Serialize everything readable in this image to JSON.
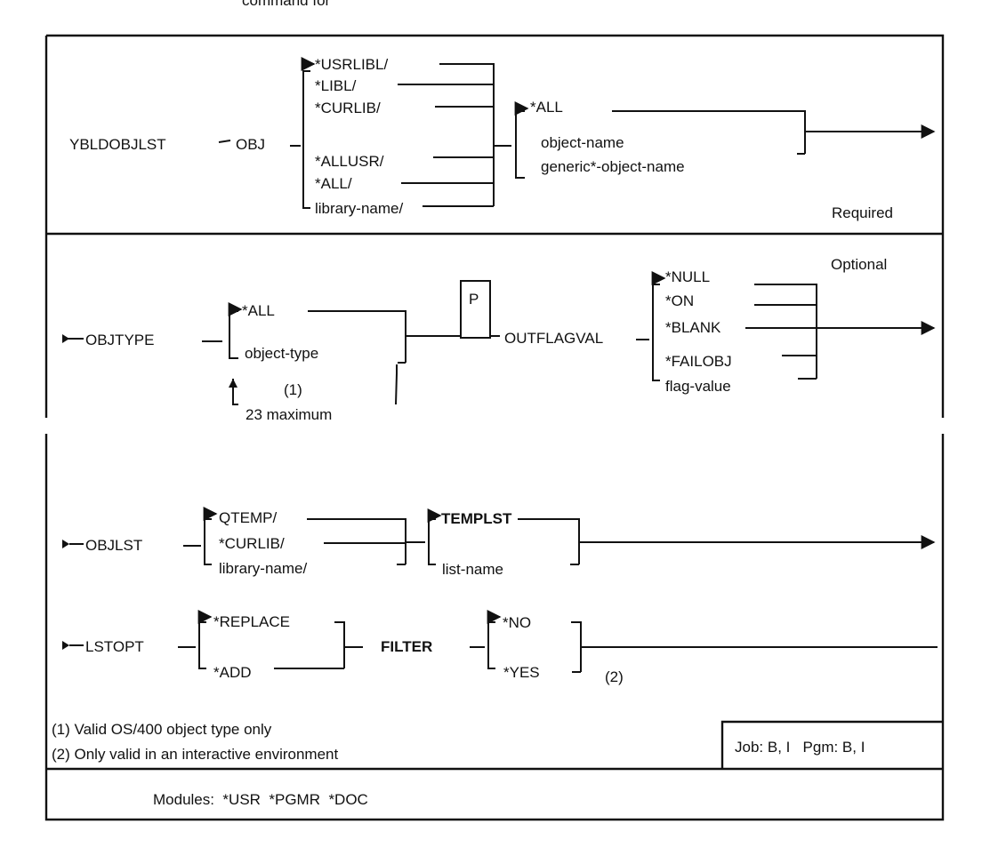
{
  "top_cut_text": "command for",
  "command": "YBLDOBJLST",
  "obj": {
    "keyword": "OBJ",
    "library_choices": [
      "*USRLIBL/",
      "*LIBL/",
      "*CURLIB/",
      "*ALLUSR/",
      "*ALL/",
      "library-name/"
    ],
    "object_choices": [
      "*ALL",
      "object-name",
      "generic*-object-name"
    ],
    "required_label": "Required"
  },
  "objtype": {
    "keyword": "OBJTYPE",
    "choices": [
      "*ALL",
      "object-type"
    ],
    "repeat_note": "(1)",
    "repeat_label": "23 maximum"
  },
  "optional_label": "Optional",
  "positional_marker": "P",
  "outflagval": {
    "keyword": "OUTFLAGVAL",
    "choices": [
      "*NULL",
      "*ON",
      "*BLANK",
      "*FAILOBJ",
      "flag-value"
    ]
  },
  "objlst": {
    "keyword": "OBJLST",
    "library_choices": [
      "QTEMP/",
      "*CURLIB/",
      "library-name/"
    ],
    "list_choices": [
      "TEMPLST",
      "list-name"
    ]
  },
  "lstopt": {
    "keyword": "LSTOPT",
    "choices": [
      "*REPLACE",
      "*ADD"
    ]
  },
  "filter": {
    "keyword": "FILTER",
    "choices": [
      "*NO",
      "*YES"
    ],
    "note": "(2)"
  },
  "footnotes": [
    "(1) Valid OS/400 object type only",
    "(2) Only valid in an interactive environment"
  ],
  "job_pgm": "Job: B, I   Pgm: B, I",
  "modules": "Modules:  *USR  *PGMR  *DOC"
}
